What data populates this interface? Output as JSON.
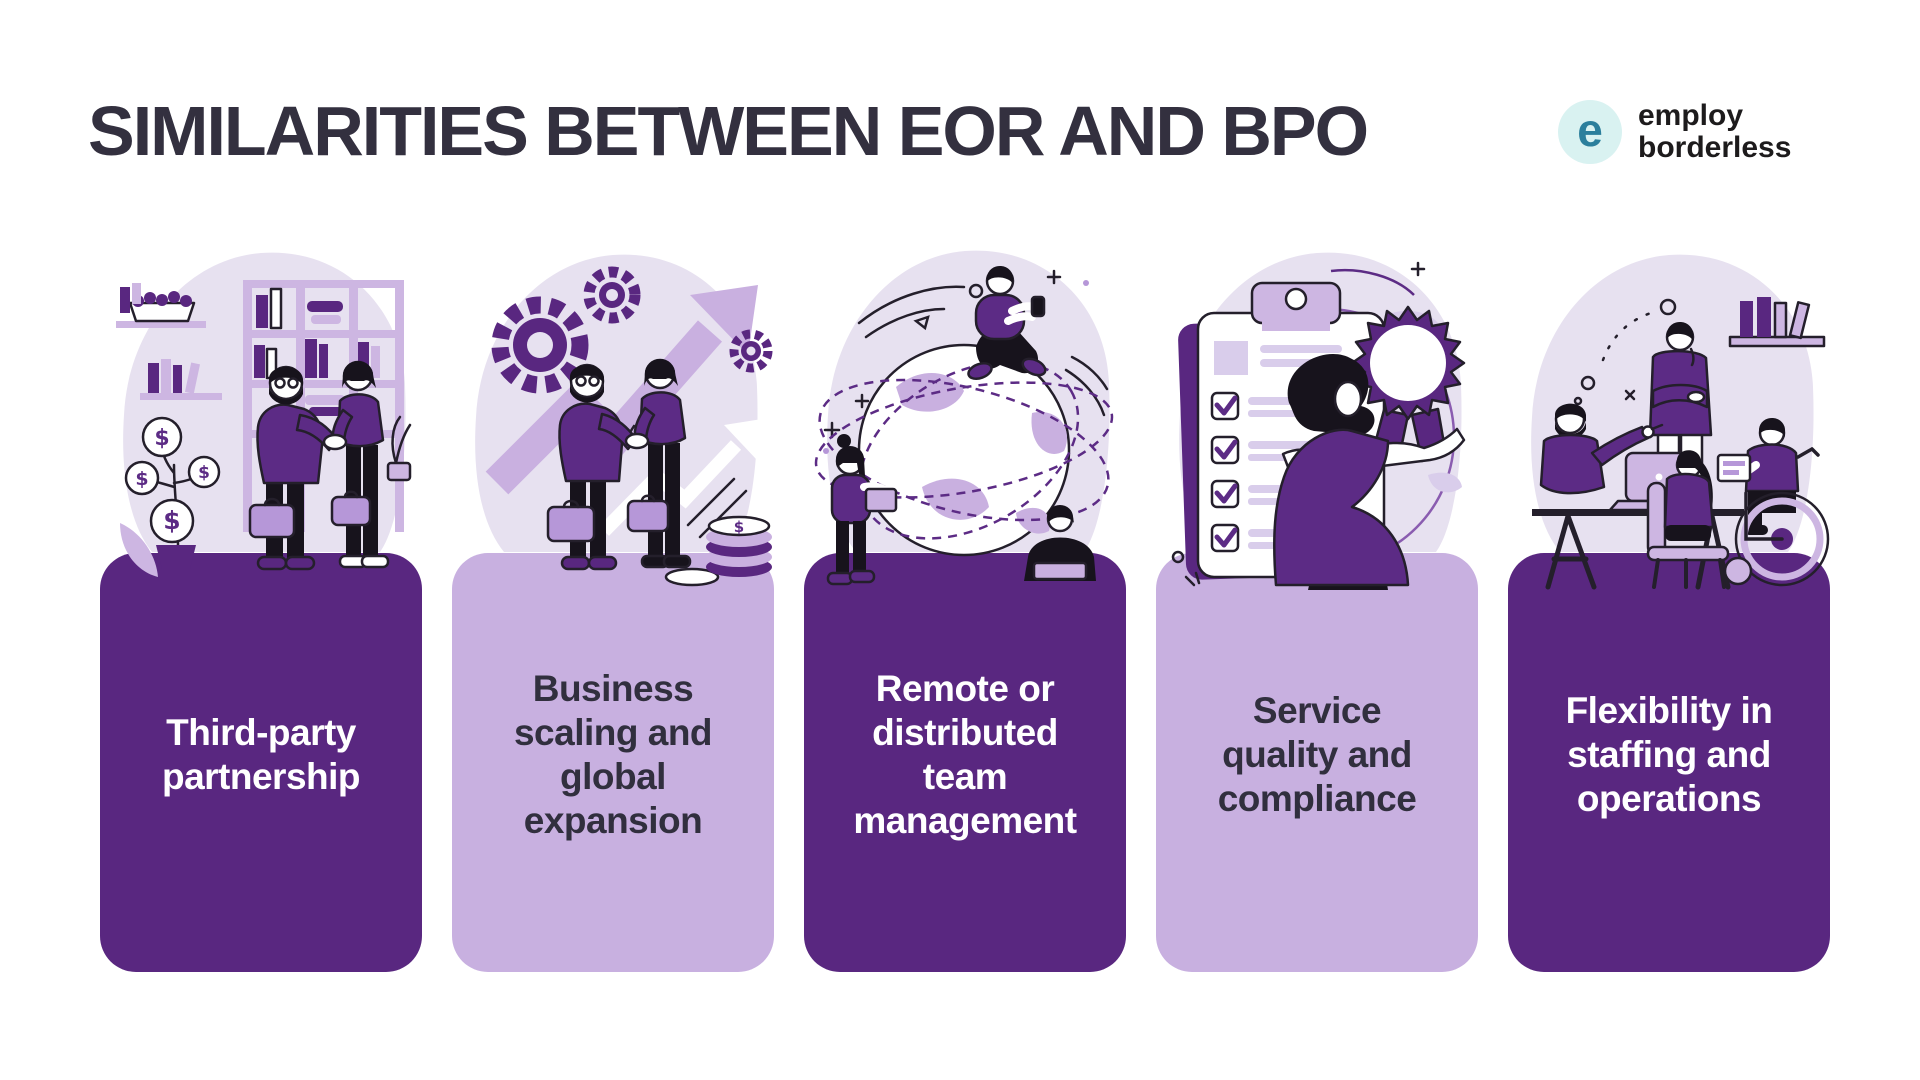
{
  "header": {
    "title": "SIMILARITIES BETWEEN EOR AND BPO",
    "logo": {
      "mark_letter": "e",
      "brand_line1": "employ",
      "brand_line2": "borderless"
    }
  },
  "colors": {
    "dark_purple_card": "#592780",
    "light_purple_card": "#c8b0e0",
    "lavender_blob": "#e7e1f0",
    "illustration_purple": "#5c2b85",
    "illustration_light_purple": "#c9b0e0",
    "title_text": "#33303f",
    "light_card_text": "#312f3e",
    "dark_card_text": "#ffffff",
    "logo_mark_bg": "#d9f2f1",
    "logo_mark_fg": "#2b7f9c"
  },
  "cards": [
    {
      "id": "third-party-partnership",
      "variant": "dark",
      "illustration": "partnership-handshake-office",
      "lines": [
        "Third-party",
        "partnership"
      ]
    },
    {
      "id": "business-scaling",
      "variant": "light",
      "illustration": "growth-arrows-gears-handshake",
      "lines": [
        "Business",
        "scaling and",
        "global",
        "expansion"
      ]
    },
    {
      "id": "remote-team",
      "variant": "dark",
      "illustration": "globe-remote-workers",
      "lines": [
        "Remote or",
        "distributed",
        "team",
        "management"
      ]
    },
    {
      "id": "service-quality",
      "variant": "light",
      "illustration": "checklist-award-woman",
      "lines": [
        "Service",
        "quality and",
        "compliance"
      ]
    },
    {
      "id": "flexibility",
      "variant": "dark",
      "illustration": "inclusive-team-at-desk",
      "lines": [
        "Flexibility in",
        "staffing and",
        "operations"
      ]
    }
  ]
}
